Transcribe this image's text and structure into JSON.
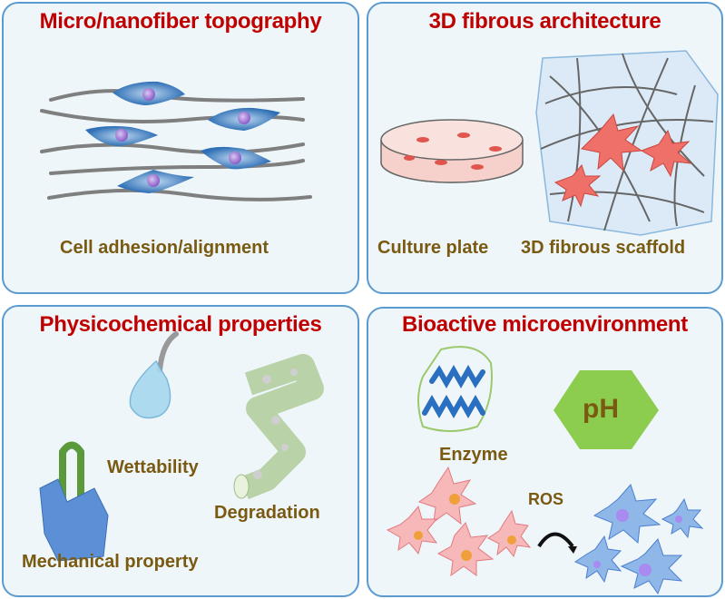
{
  "panels": {
    "topography": {
      "title": "Micro/nanofiber topography",
      "label": "Cell adhesion/alignment"
    },
    "architecture": {
      "title": "3D fibrous architecture",
      "label_plate": "Culture plate",
      "label_scaffold": "3D fibrous scaffold"
    },
    "physicochemical": {
      "title": "Physicochemical properties",
      "label_wettability": "Wettability",
      "label_degradation": "Degradation",
      "label_mechanical": "Mechanical property"
    },
    "bioactive": {
      "title": "Bioactive microenvironment",
      "label_enzyme": "Enzyme",
      "label_ph": "pH",
      "label_ros": "ROS"
    }
  },
  "colors": {
    "title": "#c00000",
    "label": "#7a5a10",
    "border": "#5b9bd0",
    "panel_bg": "#eef6fa"
  }
}
